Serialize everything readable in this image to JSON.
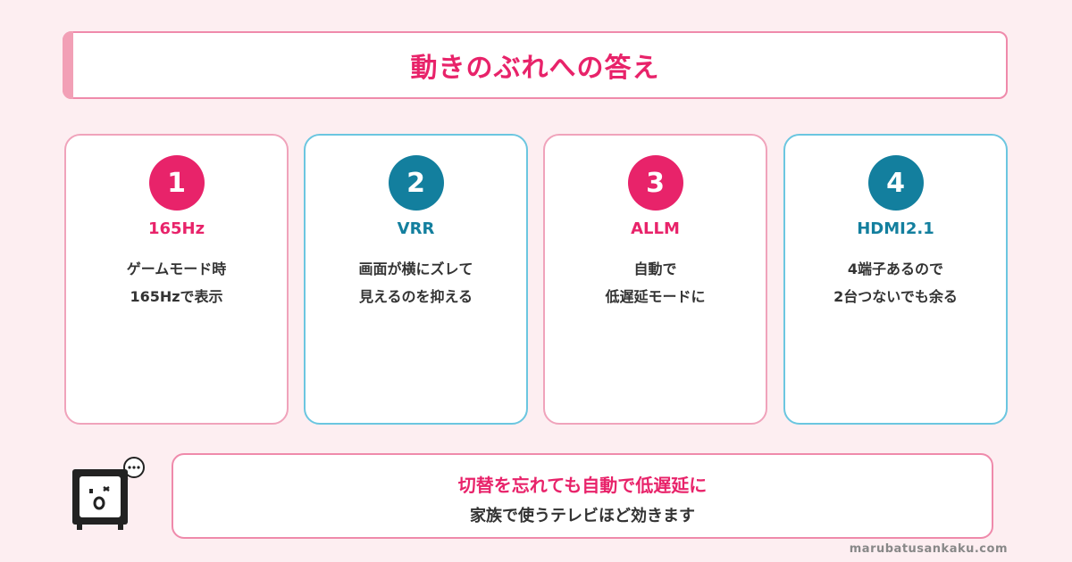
{
  "header": {
    "title": "動きのぶれへの答え"
  },
  "cards": [
    {
      "number": "1",
      "title": "165Hz",
      "lines": [
        "ゲームモード時",
        "165Hzで表示"
      ],
      "accent": "#e8236a"
    },
    {
      "number": "2",
      "title": "VRR",
      "lines": [
        "画面が横にズレて",
        "見えるのを抑える"
      ],
      "accent": "#137f9e"
    },
    {
      "number": "3",
      "title": "ALLM",
      "lines": [
        "自動で",
        "低遅延モードに"
      ],
      "accent": "#e8236a"
    },
    {
      "number": "4",
      "title": "HDMI2.1",
      "lines": [
        "4端子あるので",
        "2台つないでも余る"
      ],
      "accent": "#137f9e"
    }
  ],
  "summary": {
    "line1": "切替を忘れても自動で低遅延に",
    "line2": "家族で使うテレビほど効きます"
  },
  "mascot": {
    "icon": "surprised-tv-mascot-icon"
  },
  "footer": {
    "credit": "marubatusankaku.com"
  },
  "colors": {
    "pink": "#e8236a",
    "teal": "#137f9e",
    "background": "#fdeef1"
  }
}
